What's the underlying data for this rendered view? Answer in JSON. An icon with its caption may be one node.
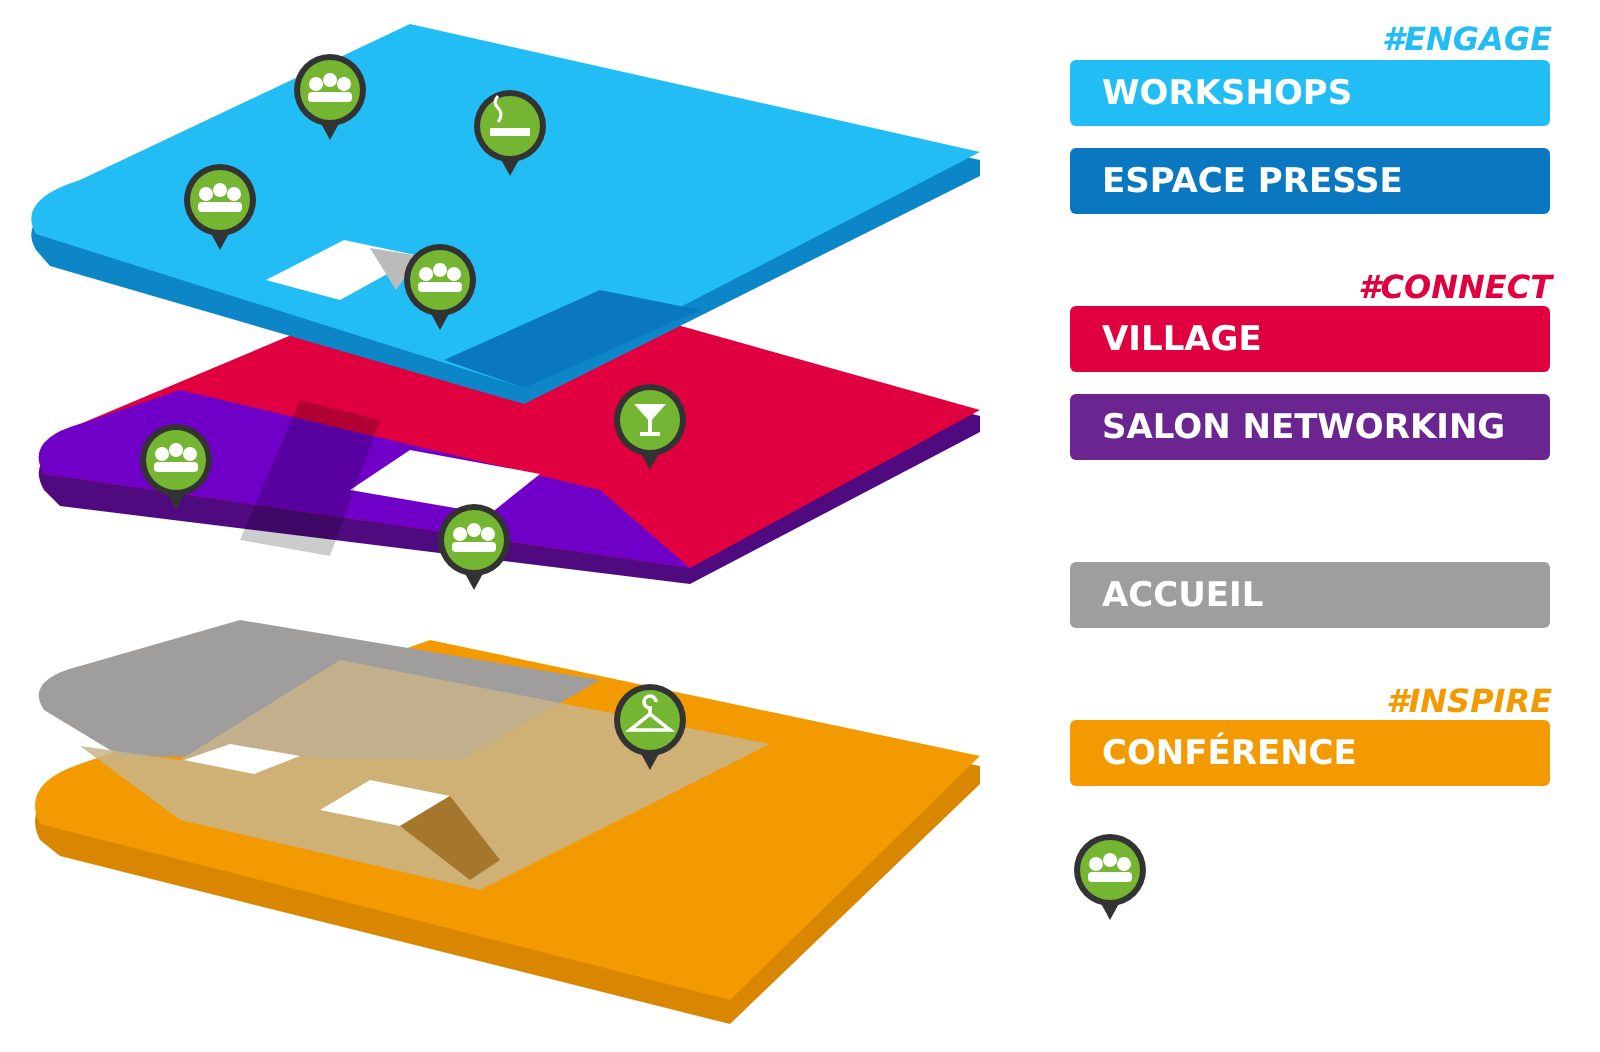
{
  "diagram": {
    "labels": [
      "#ENGAGE",
      "#CONNECT",
      "#INSPIRE"
    ],
    "legend": [
      {
        "text": "WORKSHOPS",
        "color": "#22bdf5"
      },
      {
        "text": "ESPACE PRESSE",
        "color": "#0a78c0"
      },
      {
        "text": "VILLAGE",
        "color": "#e0003f"
      },
      {
        "text": "SALON NETWORKING",
        "color": "#6a2590"
      },
      {
        "text": "ACCUEIL",
        "color": "#a09d9d"
      },
      {
        "text": "CONFÉRENCE",
        "color": "#f39a00"
      }
    ]
  }
}
